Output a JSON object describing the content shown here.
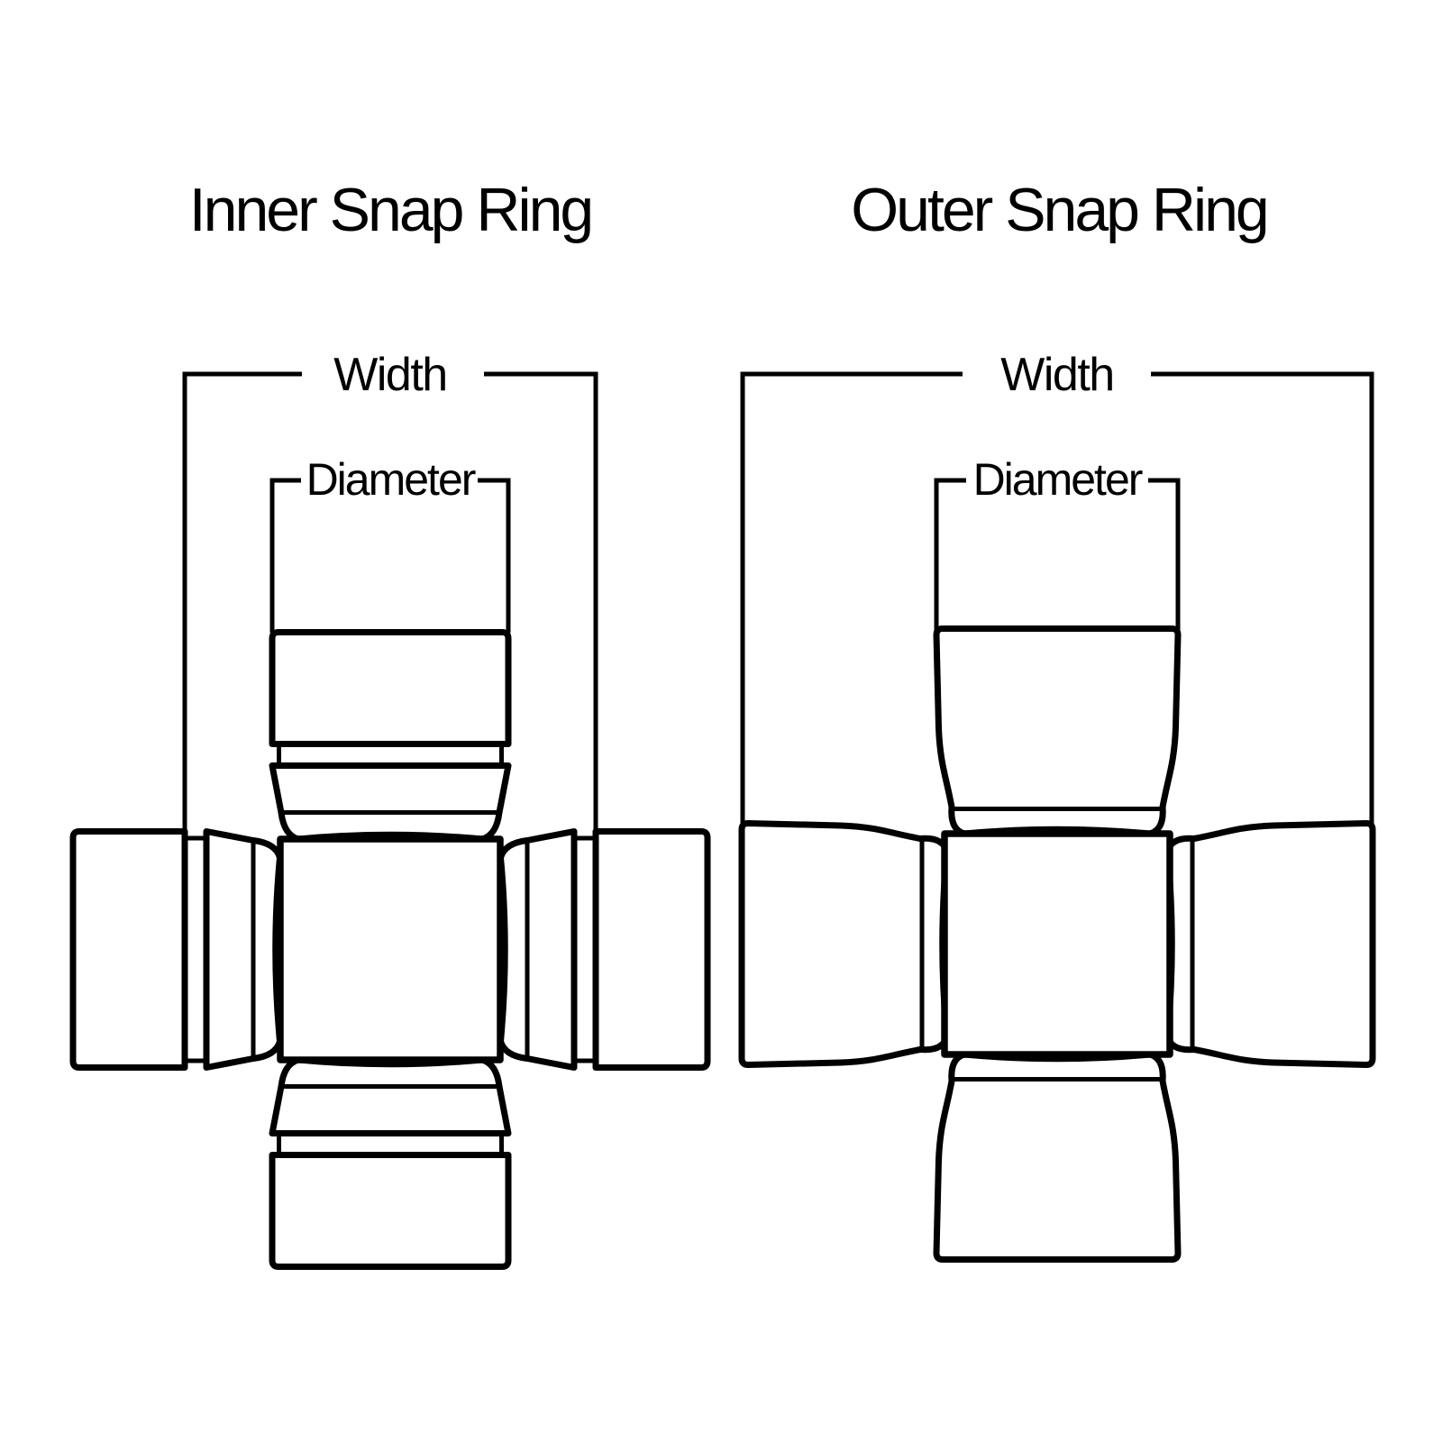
{
  "canvas": {
    "background_color": "#ffffff",
    "line_color": "#000000"
  },
  "diagrams": [
    {
      "id": "inner",
      "title": "Inner Snap Ring",
      "width_label": "Width",
      "diameter_label": "Diameter",
      "style": "inner-snap-ring",
      "description": "U-joint cross with inside snap ring grooves; width measured between snap ring grooves, diameter measured across bearing cap"
    },
    {
      "id": "outer",
      "title": "Outer Snap Ring",
      "width_label": "Width",
      "diameter_label": "Diameter",
      "style": "outer-snap-ring",
      "description": "U-joint cross with outside snap rings; width measured cap end to cap end, diameter measured across bearing cap"
    }
  ]
}
